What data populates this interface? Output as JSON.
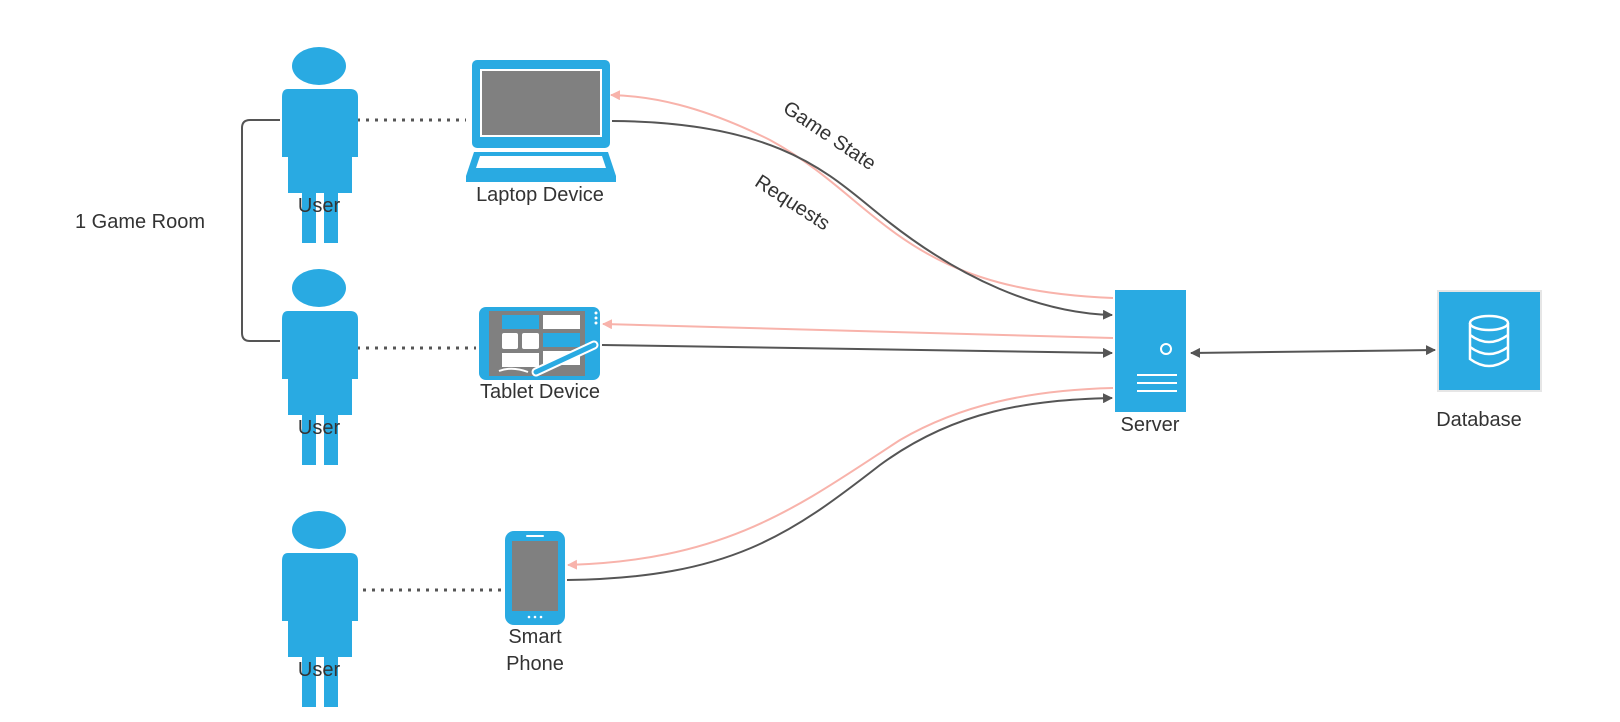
{
  "colors": {
    "primary": "#29aae2",
    "screen": "#808080",
    "line": "#555555",
    "response": "#f8b3ab",
    "text": "#333333"
  },
  "group": {
    "label": "1 Game Room"
  },
  "users": [
    {
      "label": "User"
    },
    {
      "label": "User"
    },
    {
      "label": "User"
    }
  ],
  "devices": {
    "laptop": {
      "label": "Laptop Device"
    },
    "tablet": {
      "label": "Tablet Device"
    },
    "phone": {
      "label_line1": "Smart",
      "label_line2": "Phone"
    }
  },
  "server": {
    "label": "Server"
  },
  "database": {
    "label": "Database"
  },
  "edges": {
    "game_state": {
      "label": "Game State"
    },
    "requests": {
      "label": "Requests"
    }
  }
}
